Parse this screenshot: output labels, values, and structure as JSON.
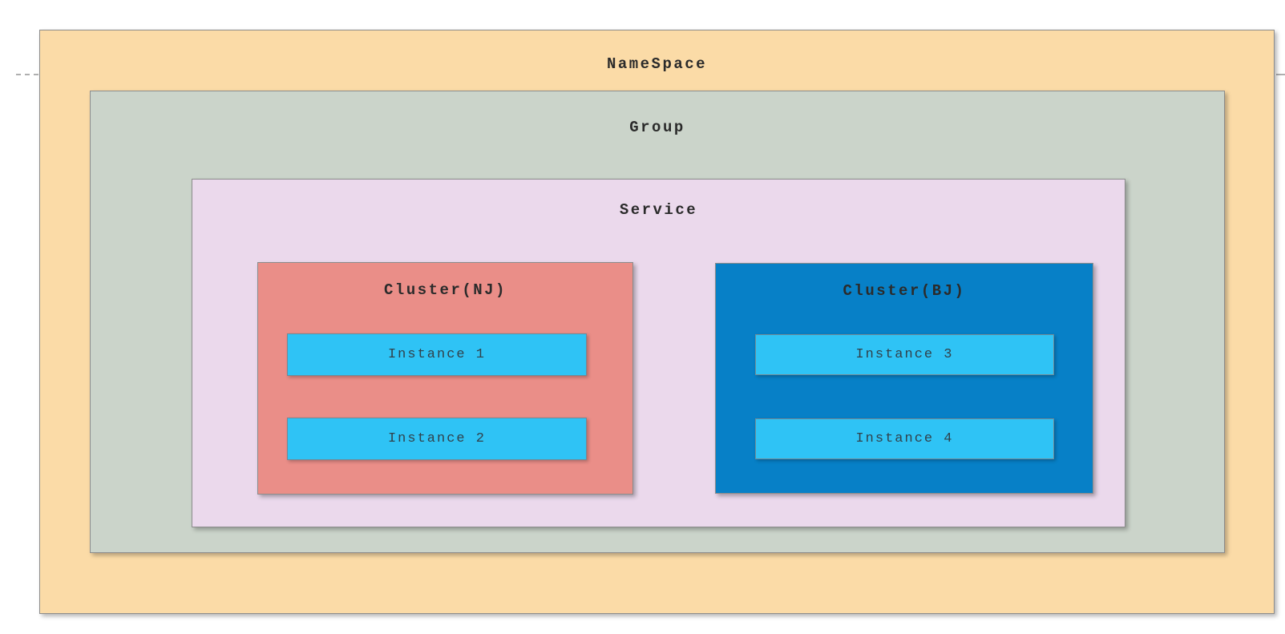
{
  "diagram": {
    "namespace": {
      "label": "NameSpace"
    },
    "group": {
      "label": "Group"
    },
    "service": {
      "label": "Service"
    },
    "clusters": [
      {
        "label": "Cluster(NJ)",
        "instances": [
          {
            "label": "Instance 1"
          },
          {
            "label": "Instance 2"
          }
        ]
      },
      {
        "label": "Cluster(BJ)",
        "instances": [
          {
            "label": "Instance 3"
          },
          {
            "label": "Instance 4"
          }
        ]
      }
    ]
  },
  "colors": {
    "namespace_fill": "#FBDBA7",
    "group_fill": "#CBD4CA",
    "service_fill": "#EBD9EC",
    "cluster_nj_fill": "#EA8E88",
    "cluster_bj_fill": "#0780C7",
    "instance_fill": "#2FC3F5",
    "border_color": "#8C8C8C",
    "instance_border": "#708A96",
    "label_color": "#2B2B2B",
    "instance_label_color": "#31414B",
    "pagebreak_color": "#AFAFAF"
  }
}
